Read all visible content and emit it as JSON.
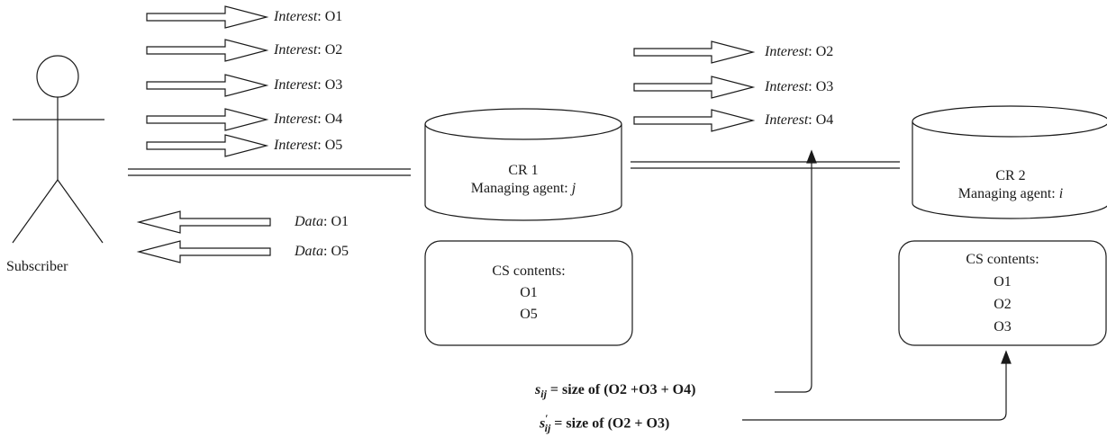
{
  "actor": {
    "label": "Subscriber"
  },
  "interests_left": [
    {
      "prefix": "Interest",
      "obj": "O1"
    },
    {
      "prefix": "Interest",
      "obj": "O2"
    },
    {
      "prefix": "Interest",
      "obj": "O3"
    },
    {
      "prefix": "Interest",
      "obj": "O4"
    },
    {
      "prefix": "Interest",
      "obj": "O5"
    }
  ],
  "interests_mid": [
    {
      "prefix": "Interest",
      "obj": "O2"
    },
    {
      "prefix": "Interest",
      "obj": "O3"
    },
    {
      "prefix": "Interest",
      "obj": "O4"
    }
  ],
  "data_back": [
    {
      "prefix": "Data",
      "obj": "O1"
    },
    {
      "prefix": "Data",
      "obj": "O5"
    }
  ],
  "cr1": {
    "name": "CR 1",
    "agent_prefix": "Managing agent:",
    "agent_var": "j"
  },
  "cr2": {
    "name": "CR 2",
    "agent_prefix": "Managing agent:",
    "agent_var": "i"
  },
  "cs1": {
    "title": "CS contents:",
    "items": [
      "O1",
      "O5"
    ]
  },
  "cs2": {
    "title": "CS contents:",
    "items": [
      "O1",
      "O2",
      "O3"
    ]
  },
  "formulas": {
    "s_var": "s",
    "s_sub": "ij",
    "s_text": " = size of (O2 +O3 + O4)",
    "sp_var": "s",
    "sp_prime": "′",
    "sp_sub": "ij",
    "sp_text": " = size of (O2 + O3)"
  }
}
